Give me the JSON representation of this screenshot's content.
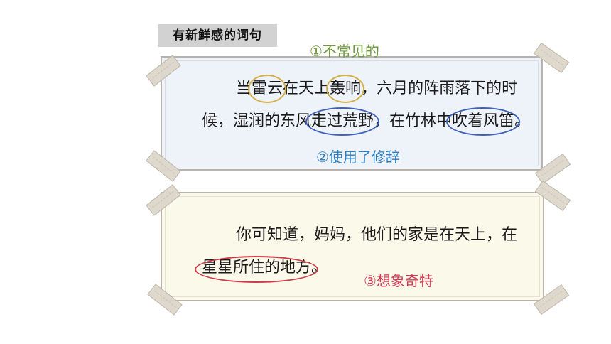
{
  "heading": "有新鲜感的词句",
  "passage_1": {
    "seg_a": "当",
    "circle_a": "雷云",
    "seg_b": "在天上",
    "circle_b": "轰响",
    "seg_c": "，六月的阵雨落下的时候，湿润的东风",
    "circle_c": "走过荒野",
    "seg_d": "，在竹林中",
    "circle_d": "吹着风笛",
    "seg_e": "。"
  },
  "passage_2": {
    "seg_a": "你可知道，妈妈，他们的家是在天上，在",
    "circle_a": "星星所住的地方",
    "seg_b": "。"
  },
  "annotations": {
    "note_1": "①不常见的",
    "note_2": "②使用了修辞",
    "note_3": "③想象奇特"
  },
  "colors": {
    "heading_bg": "#d2d2d2",
    "card_1_bg": "#eef3fa",
    "card_2_bg": "#fbf9ea",
    "circle_yellow": "#d3b04a",
    "circle_blue": "#3f62b8",
    "circle_red": "#cc3c49",
    "note_1": "#6f9a3a",
    "note_2": "#2d7fc1",
    "note_3": "#d23a55"
  }
}
